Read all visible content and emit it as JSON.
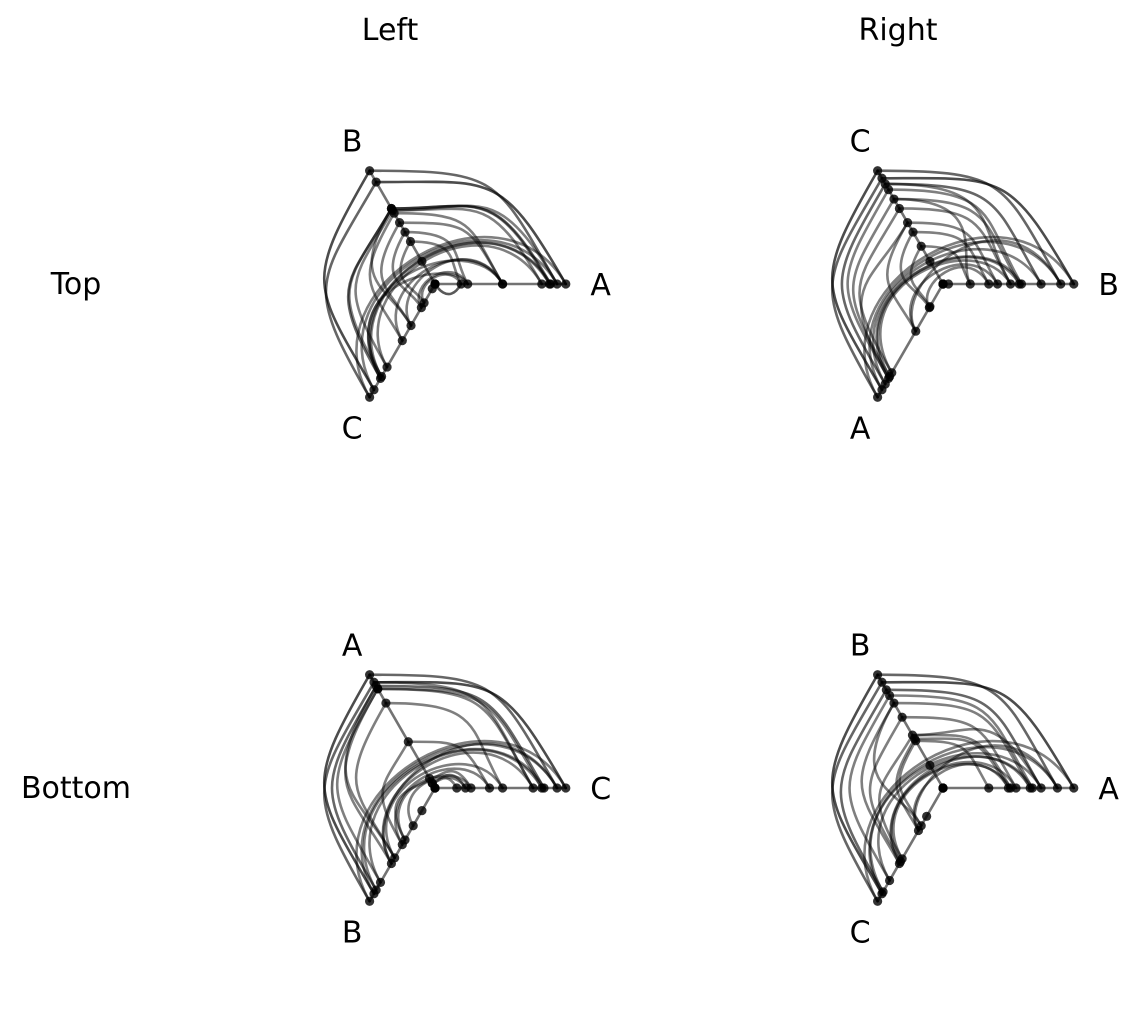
{
  "figure": {
    "column_titles": [
      "Left",
      "Right"
    ],
    "row_titles": [
      "Top",
      "Bottom"
    ]
  },
  "chart_data": [
    {
      "type": "hive",
      "row": "Top",
      "column": "Left",
      "axes": [
        {
          "label": "A",
          "angle_deg": 0
        },
        {
          "label": "B",
          "angle_deg": 120
        },
        {
          "label": "C",
          "angle_deg": 240
        }
      ],
      "node_radius": [
        [
          0.0,
          0.0,
          0.24,
          0.3,
          0.62,
          0.62,
          0.98,
          1.05,
          1.06,
          1.12,
          1.2
        ],
        [
          0.0,
          0.24,
          0.45,
          0.55,
          0.65,
          0.75,
          0.78,
          0.8,
          0.8,
          1.08,
          1.2
        ],
        [
          0.0,
          0.05,
          0.2,
          0.25,
          0.44,
          0.6,
          0.88,
          0.98,
          1.0,
          1.12,
          1.2
        ]
      ],
      "edges": [
        [
          0,
          1,
          0,
          2,
          0.65
        ],
        [
          0,
          10,
          1,
          9,
          0.7
        ],
        [
          0,
          9,
          1,
          10,
          0.6
        ],
        [
          0,
          8,
          1,
          8,
          0.6
        ],
        [
          0,
          7,
          1,
          7,
          0.5
        ],
        [
          0,
          6,
          1,
          6,
          0.5
        ],
        [
          0,
          5,
          1,
          5,
          0.5
        ],
        [
          0,
          4,
          1,
          4,
          0.5
        ],
        [
          0,
          3,
          1,
          3,
          0.5
        ],
        [
          0,
          2,
          1,
          2,
          0.5
        ],
        [
          0,
          10,
          2,
          10,
          0.5
        ],
        [
          0,
          9,
          2,
          9,
          0.5
        ],
        [
          0,
          8,
          2,
          8,
          0.5
        ],
        [
          0,
          7,
          2,
          7,
          0.5
        ],
        [
          0,
          6,
          2,
          6,
          0.5
        ],
        [
          0,
          5,
          2,
          5,
          0.5
        ],
        [
          0,
          4,
          2,
          4,
          0.5
        ],
        [
          0,
          3,
          2,
          3,
          0.5
        ],
        [
          0,
          2,
          2,
          2,
          0.5
        ],
        [
          1,
          10,
          2,
          9,
          0.7
        ],
        [
          1,
          9,
          2,
          10,
          0.6
        ],
        [
          1,
          8,
          2,
          8,
          0.6
        ],
        [
          1,
          7,
          2,
          7,
          0.5
        ],
        [
          1,
          6,
          2,
          6,
          0.5
        ],
        [
          1,
          5,
          2,
          5,
          0.5
        ],
        [
          1,
          4,
          2,
          4,
          0.5
        ],
        [
          1,
          3,
          2,
          3,
          0.5
        ],
        [
          1,
          2,
          2,
          2,
          0.5
        ],
        [
          0,
          9,
          1,
          6,
          0.5
        ],
        [
          0,
          5,
          2,
          8,
          0.5
        ],
        [
          1,
          8,
          2,
          4,
          0.5
        ],
        [
          0,
          3,
          2,
          7,
          0.5
        ]
      ]
    },
    {
      "type": "hive",
      "row": "Top",
      "column": "Right",
      "axes": [
        {
          "label": "B",
          "angle_deg": 0
        },
        {
          "label": "C",
          "angle_deg": 120
        },
        {
          "label": "A",
          "angle_deg": 240
        }
      ],
      "node_radius": [
        [
          0.0,
          0.05,
          0.25,
          0.42,
          0.5,
          0.62,
          0.7,
          0.72,
          0.9,
          1.08,
          1.2
        ],
        [
          0.0,
          0.24,
          0.4,
          0.55,
          0.65,
          0.8,
          0.9,
          1.0,
          1.06,
          1.12,
          1.2
        ],
        [
          0.0,
          0.0,
          0.24,
          0.25,
          0.5,
          0.94,
          0.98,
          1.0,
          1.06,
          1.12,
          1.2
        ]
      ],
      "edges": [
        [
          0,
          10,
          1,
          9,
          0.7
        ],
        [
          0,
          9,
          1,
          10,
          0.6
        ],
        [
          0,
          8,
          1,
          8,
          0.6
        ],
        [
          0,
          7,
          1,
          7,
          0.5
        ],
        [
          0,
          6,
          1,
          6,
          0.5
        ],
        [
          0,
          5,
          1,
          5,
          0.5
        ],
        [
          0,
          4,
          1,
          4,
          0.5
        ],
        [
          0,
          3,
          1,
          3,
          0.5
        ],
        [
          0,
          2,
          1,
          2,
          0.5
        ],
        [
          0,
          10,
          2,
          10,
          0.5
        ],
        [
          0,
          9,
          2,
          9,
          0.5
        ],
        [
          0,
          8,
          2,
          8,
          0.5
        ],
        [
          0,
          7,
          2,
          7,
          0.5
        ],
        [
          0,
          6,
          2,
          6,
          0.5
        ],
        [
          0,
          5,
          2,
          5,
          0.5
        ],
        [
          0,
          4,
          2,
          4,
          0.5
        ],
        [
          0,
          3,
          2,
          3,
          0.5
        ],
        [
          1,
          10,
          2,
          9,
          0.7
        ],
        [
          1,
          9,
          2,
          10,
          0.6
        ],
        [
          1,
          8,
          2,
          8,
          0.6
        ],
        [
          1,
          7,
          2,
          7,
          0.5
        ],
        [
          1,
          6,
          2,
          6,
          0.5
        ],
        [
          1,
          5,
          2,
          5,
          0.5
        ],
        [
          1,
          4,
          2,
          4,
          0.5
        ],
        [
          1,
          3,
          2,
          3,
          0.5
        ],
        [
          1,
          2,
          2,
          2,
          0.5
        ],
        [
          0,
          5,
          1,
          8,
          0.5
        ],
        [
          1,
          4,
          2,
          7,
          0.5
        ],
        [
          0,
          9,
          2,
          4,
          0.5
        ],
        [
          0,
          2,
          1,
          6,
          0.5
        ]
      ]
    },
    {
      "type": "hive",
      "row": "Bottom",
      "column": "Left",
      "axes": [
        {
          "label": "C",
          "angle_deg": 0
        },
        {
          "label": "A",
          "angle_deg": 120
        },
        {
          "label": "B",
          "angle_deg": 240
        }
      ],
      "node_radius": [
        [
          0.0,
          0.2,
          0.28,
          0.33,
          0.5,
          0.62,
          0.9,
          0.98,
          1.0,
          1.12,
          1.2
        ],
        [
          0.0,
          0.05,
          0.05,
          0.1,
          0.49,
          0.9,
          1.05,
          1.05,
          1.08,
          1.12,
          1.2
        ],
        [
          0.0,
          0.24,
          0.4,
          0.55,
          0.6,
          0.74,
          0.8,
          1.0,
          1.08,
          1.12,
          1.2
        ]
      ],
      "edges": [
        [
          0,
          10,
          1,
          9,
          0.7
        ],
        [
          0,
          9,
          1,
          10,
          0.6
        ],
        [
          0,
          8,
          1,
          8,
          0.6
        ],
        [
          0,
          7,
          1,
          7,
          0.5
        ],
        [
          0,
          6,
          1,
          6,
          0.5
        ],
        [
          0,
          5,
          1,
          5,
          0.5
        ],
        [
          0,
          4,
          1,
          4,
          0.5
        ],
        [
          0,
          3,
          1,
          3,
          0.5
        ],
        [
          0,
          2,
          1,
          2,
          0.5
        ],
        [
          0,
          1,
          1,
          1,
          0.5
        ],
        [
          0,
          10,
          2,
          10,
          0.5
        ],
        [
          0,
          9,
          2,
          9,
          0.5
        ],
        [
          0,
          8,
          2,
          8,
          0.5
        ],
        [
          0,
          7,
          2,
          7,
          0.5
        ],
        [
          0,
          6,
          2,
          6,
          0.5
        ],
        [
          0,
          5,
          2,
          5,
          0.5
        ],
        [
          0,
          4,
          2,
          4,
          0.5
        ],
        [
          0,
          3,
          2,
          3,
          0.5
        ],
        [
          0,
          2,
          2,
          2,
          0.5
        ],
        [
          1,
          10,
          2,
          9,
          0.7
        ],
        [
          1,
          9,
          2,
          10,
          0.6
        ],
        [
          1,
          8,
          2,
          8,
          0.6
        ],
        [
          1,
          7,
          2,
          7,
          0.5
        ],
        [
          1,
          6,
          2,
          6,
          0.5
        ],
        [
          1,
          5,
          2,
          5,
          0.5
        ],
        [
          1,
          4,
          2,
          4,
          0.5
        ],
        [
          1,
          3,
          2,
          3,
          0.5
        ],
        [
          0,
          9,
          2,
          6,
          0.5
        ],
        [
          1,
          8,
          2,
          5,
          0.5
        ],
        [
          0,
          6,
          1,
          9,
          0.5
        ]
      ]
    },
    {
      "type": "hive",
      "row": "Bottom",
      "column": "Right",
      "axes": [
        {
          "label": "A",
          "angle_deg": 0
        },
        {
          "label": "B",
          "angle_deg": 120
        },
        {
          "label": "C",
          "angle_deg": 240
        }
      ],
      "node_radius": [
        [
          0.0,
          0.0,
          0.42,
          0.6,
          0.62,
          0.67,
          0.8,
          0.82,
          0.9,
          1.05,
          1.2
        ],
        [
          0.0,
          0.24,
          0.5,
          0.52,
          0.56,
          0.75,
          0.9,
          0.98,
          1.04,
          1.12,
          1.2
        ],
        [
          0.0,
          0.3,
          0.4,
          0.45,
          0.75,
          0.78,
          0.8,
          0.98,
          1.1,
          1.12,
          1.2
        ]
      ],
      "edges": [
        [
          0,
          10,
          1,
          9,
          0.7
        ],
        [
          0,
          9,
          1,
          10,
          0.6
        ],
        [
          0,
          8,
          1,
          8,
          0.6
        ],
        [
          0,
          7,
          1,
          7,
          0.5
        ],
        [
          0,
          6,
          1,
          6,
          0.5
        ],
        [
          0,
          5,
          1,
          5,
          0.5
        ],
        [
          0,
          4,
          1,
          4,
          0.5
        ],
        [
          0,
          3,
          1,
          3,
          0.5
        ],
        [
          0,
          2,
          1,
          2,
          0.5
        ],
        [
          0,
          10,
          2,
          10,
          0.5
        ],
        [
          0,
          9,
          2,
          9,
          0.5
        ],
        [
          0,
          8,
          2,
          8,
          0.5
        ],
        [
          0,
          7,
          2,
          7,
          0.5
        ],
        [
          0,
          6,
          2,
          6,
          0.5
        ],
        [
          0,
          5,
          2,
          5,
          0.5
        ],
        [
          0,
          4,
          2,
          4,
          0.5
        ],
        [
          0,
          3,
          2,
          3,
          0.5
        ],
        [
          1,
          10,
          2,
          9,
          0.7
        ],
        [
          1,
          9,
          2,
          10,
          0.6
        ],
        [
          1,
          8,
          2,
          8,
          0.6
        ],
        [
          1,
          7,
          2,
          7,
          0.5
        ],
        [
          1,
          6,
          2,
          6,
          0.5
        ],
        [
          1,
          5,
          2,
          5,
          0.5
        ],
        [
          1,
          4,
          2,
          4,
          0.5
        ],
        [
          1,
          3,
          2,
          3,
          0.5
        ],
        [
          1,
          2,
          2,
          2,
          0.5
        ],
        [
          0,
          8,
          1,
          4,
          0.5
        ],
        [
          0,
          9,
          2,
          3,
          0.5
        ],
        [
          1,
          6,
          2,
          2,
          0.5
        ]
      ]
    }
  ],
  "colors": {
    "edge": "#000000",
    "node": "#000000",
    "background": "#ffffff",
    "text": "#000000"
  }
}
